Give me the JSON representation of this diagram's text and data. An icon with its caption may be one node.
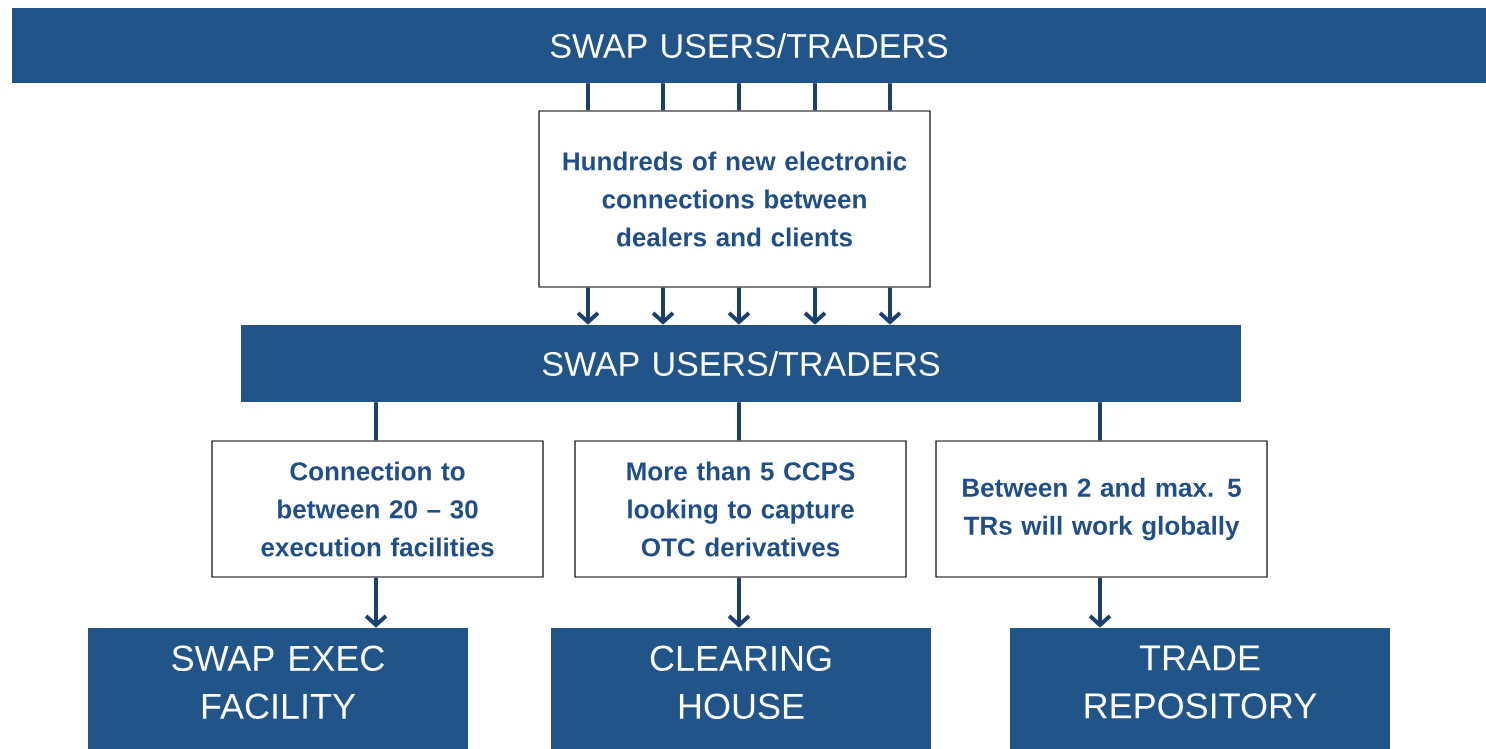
{
  "diagram": {
    "nodes": [
      {
        "text": [
          "SWAP USERS/TRADERS"
        ]
      },
      {
        "text": [
          "Hundreds of new electronic connections between dealers and clients"
        ]
      },
      {
        "text": [
          "SWAP USERS/TRADERS"
        ]
      },
      {
        "text": [
          "Connection to between 20 – 30 execution facilities"
        ]
      },
      {
        "text": [
          "More than 5 CCPS looking to capture OTC derivatives"
        ]
      },
      {
        "text": [
          "Between 2 and max. 5 TRs will work globally"
        ]
      },
      {
        "text": [
          "SWAP EXEC FACILITY"
        ]
      },
      {
        "text": [
          "CLEARING HOUSE"
        ]
      },
      {
        "text": [
          "TRADE REPOSITORY"
        ]
      }
    ],
    "edges": [
      {
        "from": 0,
        "to": 1,
        "arrow": "none"
      },
      {
        "from": 0,
        "to": 1,
        "arrow": "none"
      },
      {
        "from": 0,
        "to": 1,
        "arrow": "none"
      },
      {
        "from": 0,
        "to": 1,
        "arrow": "none"
      },
      {
        "from": 0,
        "to": 1,
        "arrow": "none"
      },
      {
        "from": 1,
        "to": 2,
        "arrow": "to"
      },
      {
        "from": 1,
        "to": 2,
        "arrow": "to"
      },
      {
        "from": 1,
        "to": 2,
        "arrow": "to"
      },
      {
        "from": 1,
        "to": 2,
        "arrow": "to"
      },
      {
        "from": 1,
        "to": 2,
        "arrow": "to"
      },
      {
        "from": 2,
        "to": 3,
        "arrow": "none"
      },
      {
        "from": 2,
        "to": 4,
        "arrow": "none"
      },
      {
        "from": 2,
        "to": 5,
        "arrow": "none"
      },
      {
        "from": 3,
        "to": 6,
        "arrow": "to"
      },
      {
        "from": 4,
        "to": 7,
        "arrow": "to"
      },
      {
        "from": 5,
        "to": 8,
        "arrow": "to"
      }
    ]
  }
}
